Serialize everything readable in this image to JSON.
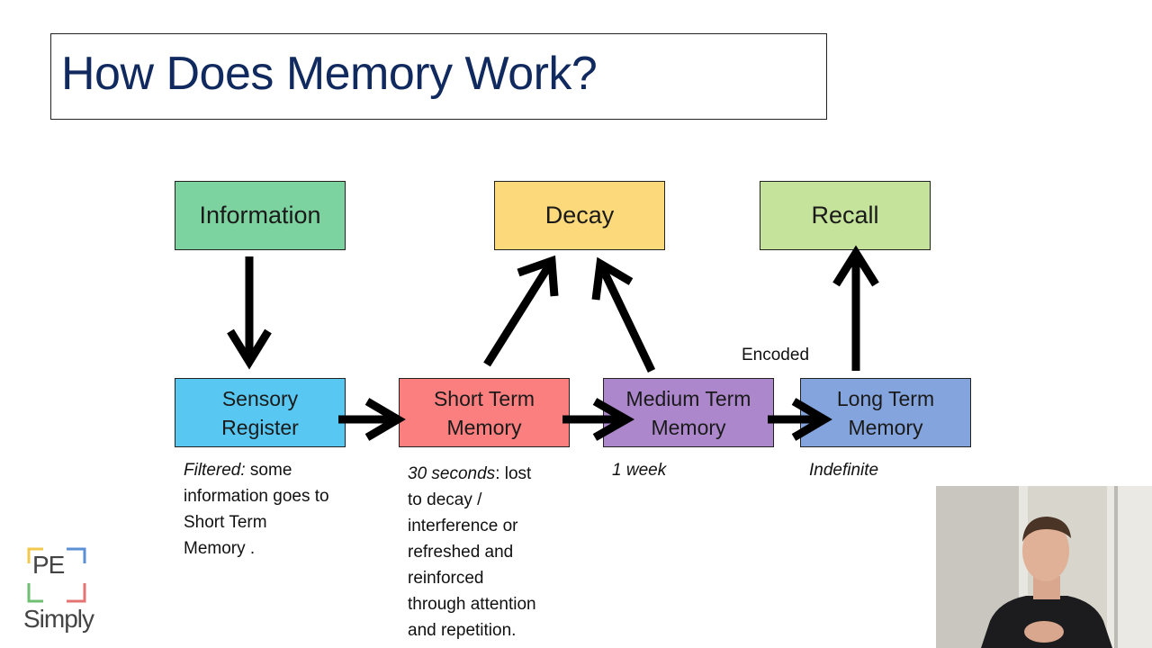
{
  "title": "How Does Memory Work?",
  "boxes": {
    "information": "Information",
    "decay": "Decay",
    "recall": "Recall",
    "sensory": [
      "Sensory",
      "Register"
    ],
    "short_term": [
      "Short Term",
      "Memory"
    ],
    "medium_term": [
      "Medium Term",
      "Memory"
    ],
    "long_term": [
      "Long Term",
      "Memory"
    ]
  },
  "colors": {
    "information": "#7dd3a0",
    "decay": "#fcd97a",
    "recall": "#c5e39a",
    "sensory": "#58c8f2",
    "short_term": "#fb7f7f",
    "medium_term": "#ac87cc",
    "long_term": "#84a4dd",
    "title": "#10295e"
  },
  "labels": {
    "encoded": "Encoded"
  },
  "notes": {
    "sensory": {
      "italic": "Filtered:",
      "line1_rest": " some",
      "line2": "information goes to",
      "line3": "Short Term",
      "line4": "Memory ."
    },
    "short_term": {
      "italic": "30 seconds",
      "line1_rest": ": lost",
      "line2": "to decay /",
      "line3": "interference or",
      "line4": "refreshed and",
      "line5": "reinforced",
      "line6": "through attention",
      "line7": "and repetition."
    },
    "medium_term": "1 week",
    "long_term": "Indefinite"
  },
  "logo": {
    "mark": "PE",
    "word": "Simply"
  }
}
